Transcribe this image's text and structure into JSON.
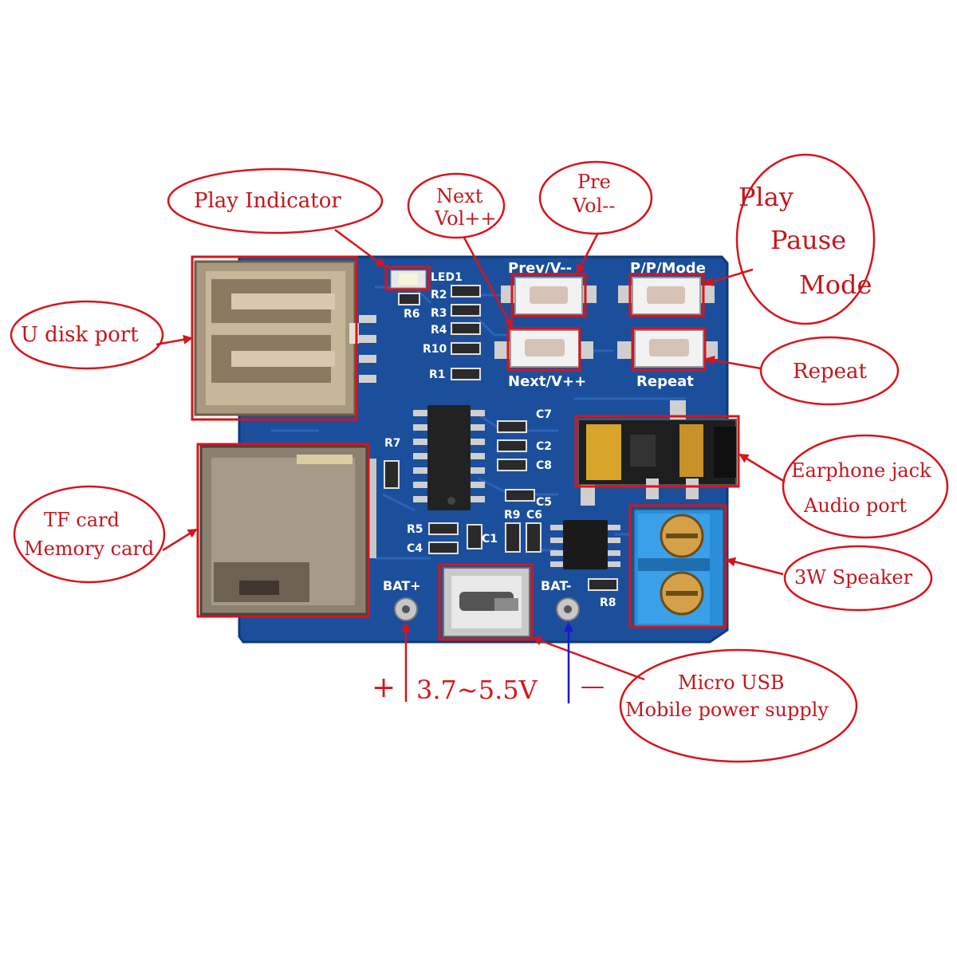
{
  "callouts": {
    "play_indicator": "Play Indicator",
    "next_line1": "Next",
    "next_line2": "Vol++",
    "pre_line1": "Pre",
    "pre_line2": "Vol--",
    "play_line1": "Play",
    "play_line2": "Pause",
    "play_line3": "Mode",
    "u_disk": "U disk port",
    "repeat": "Repeat",
    "tf_line1": "TF card",
    "tf_line2": "Memory card",
    "earphone_line1": "Earphone jack",
    "earphone_line2": "Audio port",
    "speaker": "3W Speaker",
    "usb_line1": "Micro USB",
    "usb_line2": "Mobile power supply"
  },
  "power": {
    "plus": "+",
    "voltage": "3.7~5.5V",
    "minus": "—"
  },
  "silkscreen": {
    "led1": "LED1",
    "r2": "R2",
    "r3": "R3",
    "r4": "R4",
    "r10": "R10",
    "r1": "R1",
    "r6": "R6",
    "prev": "Prev/V--",
    "pp_mode": "P/P/Mode",
    "next": "Next/V++",
    "repeat": "Repeat",
    "c7": "C7",
    "c2": "C2",
    "c8": "C8",
    "c5": "C5",
    "r7": "R7",
    "r5": "R5",
    "c4": "C4",
    "c1": "C1",
    "r9": "R9",
    "c6": "C6",
    "r8": "R8",
    "bat_plus": "BAT+",
    "bat_minus": "BAT-"
  },
  "colors": {
    "board": "#1b4f9c",
    "callout_red": "#d8141a",
    "minus_arrow_blue": "#1a1ad0"
  }
}
